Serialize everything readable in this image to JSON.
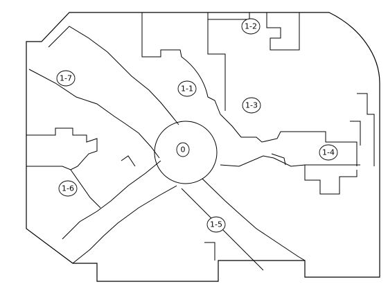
{
  "plan": {
    "line_color": "#000000",
    "background": "#ffffff",
    "zones": [
      {
        "id": "zone-0",
        "label": "0"
      },
      {
        "id": "zone-1-1",
        "label": "1-1"
      },
      {
        "id": "zone-1-2",
        "label": "1-2"
      },
      {
        "id": "zone-1-3",
        "label": "1-3"
      },
      {
        "id": "zone-1-4",
        "label": "1-4"
      },
      {
        "id": "zone-1-5",
        "label": "1-5"
      },
      {
        "id": "zone-1-6",
        "label": "1-6"
      },
      {
        "id": "zone-1-7",
        "label": "1-7"
      }
    ]
  }
}
